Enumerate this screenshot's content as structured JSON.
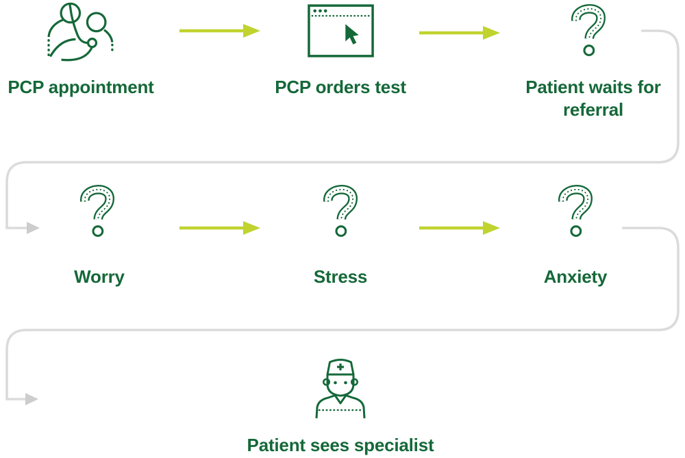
{
  "palette": {
    "dark_green": "#156839",
    "lime": "#C0D32F",
    "connector_gray": "#DBDBDB",
    "connector_arrow_gray": "#CDCDCD",
    "background": "#FFFFFF"
  },
  "diagram": {
    "type": "flowchart",
    "steps": {
      "pcp_appointment": {
        "label": "PCP appointment",
        "icon": "doctor-patient-icon"
      },
      "pcp_orders_test": {
        "label": "PCP orders test",
        "icon": "browser-cursor-icon"
      },
      "patient_waits": {
        "label": "Patient waits for referral",
        "icon": "question-mark-icon"
      },
      "worry": {
        "label": "Worry",
        "icon": "question-mark-icon"
      },
      "stress": {
        "label": "Stress",
        "icon": "question-mark-icon"
      },
      "anxiety": {
        "label": "Anxiety",
        "icon": "question-mark-icon"
      },
      "patient_sees_specialist": {
        "label": "Patient sees specialist",
        "icon": "doctor-specialist-icon"
      }
    },
    "flow_order": [
      "pcp_appointment",
      "pcp_orders_test",
      "patient_waits",
      "worry",
      "stress",
      "anxiety",
      "patient_sees_specialist"
    ]
  }
}
